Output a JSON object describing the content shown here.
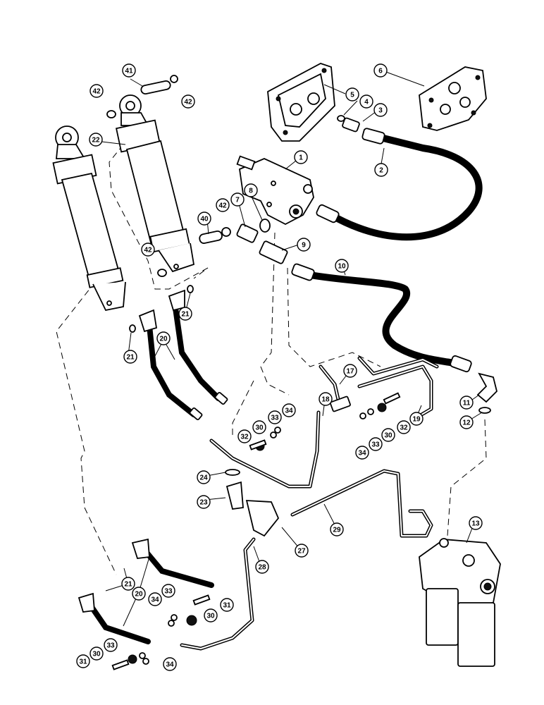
{
  "diagram": {
    "callouts": [
      {
        "id": "c1",
        "label": "1"
      },
      {
        "id": "c2",
        "label": "2"
      },
      {
        "id": "c3",
        "label": "3"
      },
      {
        "id": "c4",
        "label": "4"
      },
      {
        "id": "c5",
        "label": "5"
      },
      {
        "id": "c6",
        "label": "6"
      },
      {
        "id": "c7",
        "label": "7"
      },
      {
        "id": "c8",
        "label": "8"
      },
      {
        "id": "c9",
        "label": "9"
      },
      {
        "id": "c10",
        "label": "10"
      },
      {
        "id": "c11",
        "label": "11"
      },
      {
        "id": "c12",
        "label": "12"
      },
      {
        "id": "c13",
        "label": "13"
      },
      {
        "id": "c17",
        "label": "17"
      },
      {
        "id": "c18",
        "label": "18"
      },
      {
        "id": "c19",
        "label": "19"
      },
      {
        "id": "c20a",
        "label": "20"
      },
      {
        "id": "c20b",
        "label": "20"
      },
      {
        "id": "c21a",
        "label": "21"
      },
      {
        "id": "c21b",
        "label": "21"
      },
      {
        "id": "c21c",
        "label": "21"
      },
      {
        "id": "c22",
        "label": "22"
      },
      {
        "id": "c23",
        "label": "23"
      },
      {
        "id": "c24",
        "label": "24"
      },
      {
        "id": "c27",
        "label": "27"
      },
      {
        "id": "c28",
        "label": "28"
      },
      {
        "id": "c29",
        "label": "29"
      },
      {
        "id": "c30a",
        "label": "30"
      },
      {
        "id": "c30b",
        "label": "30"
      },
      {
        "id": "c30c",
        "label": "30"
      },
      {
        "id": "c30d",
        "label": "30"
      },
      {
        "id": "c31a",
        "label": "31"
      },
      {
        "id": "c31b",
        "label": "31"
      },
      {
        "id": "c32a",
        "label": "32"
      },
      {
        "id": "c32b",
        "label": "32"
      },
      {
        "id": "c33a",
        "label": "33"
      },
      {
        "id": "c33b",
        "label": "33"
      },
      {
        "id": "c33c",
        "label": "33"
      },
      {
        "id": "c33d",
        "label": "33"
      },
      {
        "id": "c34a",
        "label": "34"
      },
      {
        "id": "c34b",
        "label": "34"
      },
      {
        "id": "c34c",
        "label": "34"
      },
      {
        "id": "c34d",
        "label": "34"
      },
      {
        "id": "c40",
        "label": "40"
      },
      {
        "id": "c41",
        "label": "41"
      },
      {
        "id": "c42a",
        "label": "42"
      },
      {
        "id": "c42b",
        "label": "42"
      },
      {
        "id": "c42c",
        "label": "42"
      },
      {
        "id": "c42d",
        "label": "42"
      }
    ]
  }
}
